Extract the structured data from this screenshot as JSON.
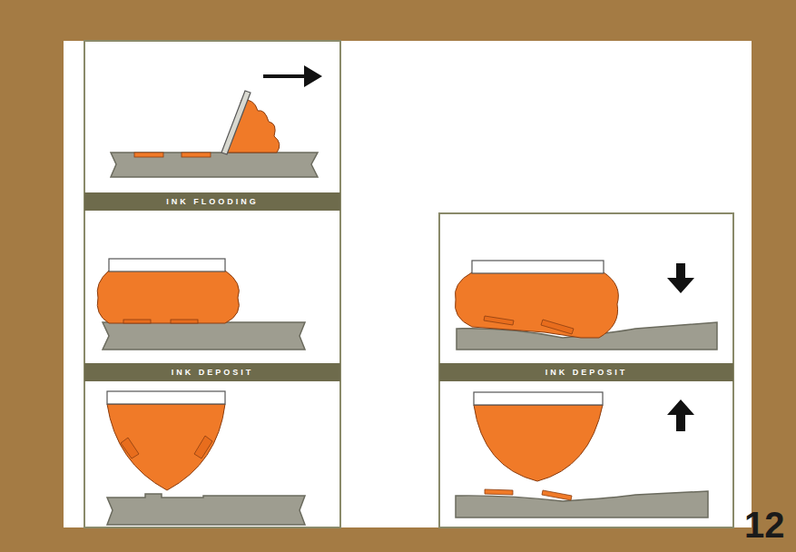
{
  "diagram": {
    "nodes": [
      {
        "text": [
          "INK FLOODING"
        ]
      },
      {
        "text": [
          "INK DEPOSIT"
        ]
      },
      {
        "text": [
          "INK DEPOSIT"
        ]
      }
    ],
    "labels": [
      "12"
    ]
  }
}
